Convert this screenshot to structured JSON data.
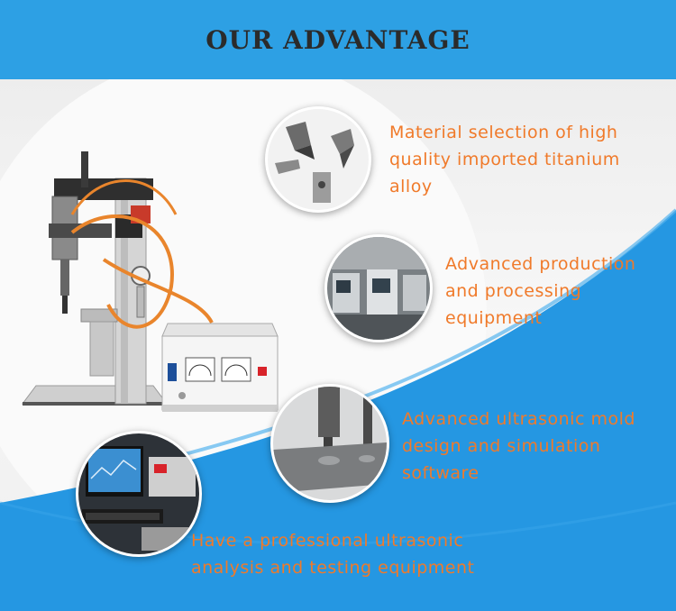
{
  "header": {
    "title": "OUR ADVANTAGE"
  },
  "colors": {
    "header_blue": "#2da0e4",
    "accent_orange": "#f07a2a",
    "swoosh_blue": "#2597e2"
  },
  "features": [
    {
      "text": "Material selection of high\nquality imported titanium\nalloy",
      "icon": "titanium-tips-photo"
    },
    {
      "text": "Advanced production\nand processing\nequipment",
      "icon": "factory-floor-photo"
    },
    {
      "text": "Advanced ultrasonic mold\ndesign and simulation\nsoftware",
      "icon": "ultrasonic-mold-photo"
    },
    {
      "text": "Have a professional ultrasonic\nanalysis and testing equipment",
      "icon": "testing-workstation-photo"
    }
  ]
}
